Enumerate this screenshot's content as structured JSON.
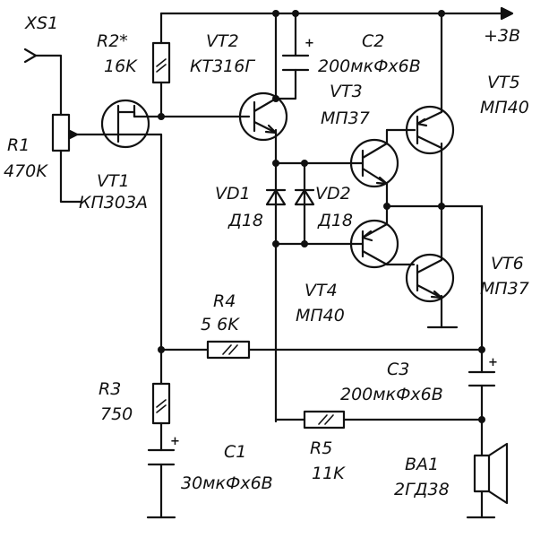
{
  "labels": {
    "xs1": "XS1",
    "r1_name": "R1",
    "r1_value": "470K",
    "r2_name": "R2*",
    "r2_value": "16K",
    "vt1_name": "VT1",
    "vt1_type": "КП303А",
    "vt2_name": "VT2",
    "vt2_type": "КТ316Г",
    "c2_name": "C2",
    "c2_value": "200мкФх6В",
    "vt3_name": "VT3",
    "vt3_type": "МП37",
    "vt5_name": "VT5",
    "vt5_type": "МП40",
    "supply": "+3В",
    "vd1_name": "VD1",
    "vd1_type": "Д18",
    "vd2_name": "VD2",
    "vd2_type": "Д18",
    "vt6_name": "VT6",
    "vt6_type": "МП37",
    "vt4_name": "VT4",
    "vt4_type": "МП40",
    "r4_name": "R4",
    "r4_value": "5 6K",
    "c3_name": "C3",
    "c3_value": "200мкФх6В",
    "r3_name": "R3",
    "r3_value": "750",
    "r5_name": "R5",
    "r5_value": "11K",
    "c1_name": "C1",
    "c1_value": "30мкФх6В",
    "ba1_name": "BA1",
    "ba1_type": "2ГД38",
    "plus_sign": "+"
  }
}
